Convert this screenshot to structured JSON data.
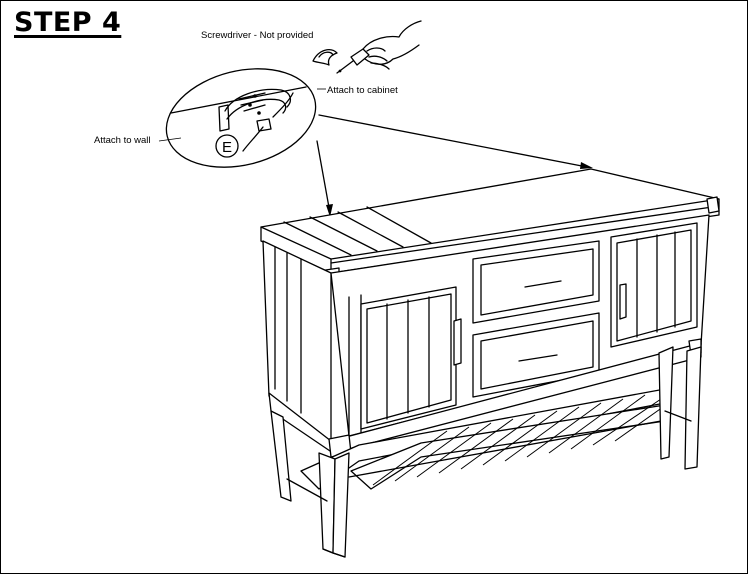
{
  "step": {
    "title": "STEP 4"
  },
  "callouts": {
    "screwdriver": "Screwdriver - Not provided",
    "attach_cabinet": "Attach to cabinet",
    "attach_wall": "Attach to wall",
    "part_letter": "E"
  }
}
